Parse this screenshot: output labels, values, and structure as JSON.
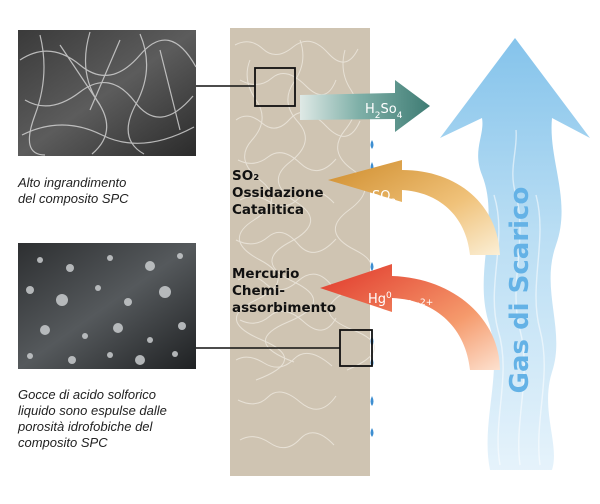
{
  "captions": {
    "sem": [
      "Alto ingrandimento",
      "del composito SPC"
    ],
    "droplets": [
      "Gocce di acido solforico",
      "liquido sono espulse dalle",
      "porosità idrofobiche del",
      "composito SPC"
    ]
  },
  "labels": {
    "so2_block": [
      "SO₂",
      "Ossidazione",
      "Catalitica"
    ],
    "hg_block": [
      "Mercurio",
      "Chemi-",
      "assorbimento"
    ]
  },
  "arrows": {
    "h2so4": {
      "base": "H",
      "sub1": "2",
      "mid": "So",
      "sub2": "4",
      "color": "#4f8a83"
    },
    "so2": {
      "base": "SO",
      "sub": "2",
      "color": "#d8a04a"
    },
    "hg": {
      "hg0_base": "Hg",
      "hg0_sup": "0",
      "hg2_base": "Hg",
      "hg2_sup": "2+",
      "color": "#e8523a"
    }
  },
  "big_arrow": {
    "text": "Gas di Scarico",
    "color": "#64b2e6"
  },
  "colors": {
    "filter": "#cfc4b2",
    "droplet": "#3d8ed1"
  }
}
